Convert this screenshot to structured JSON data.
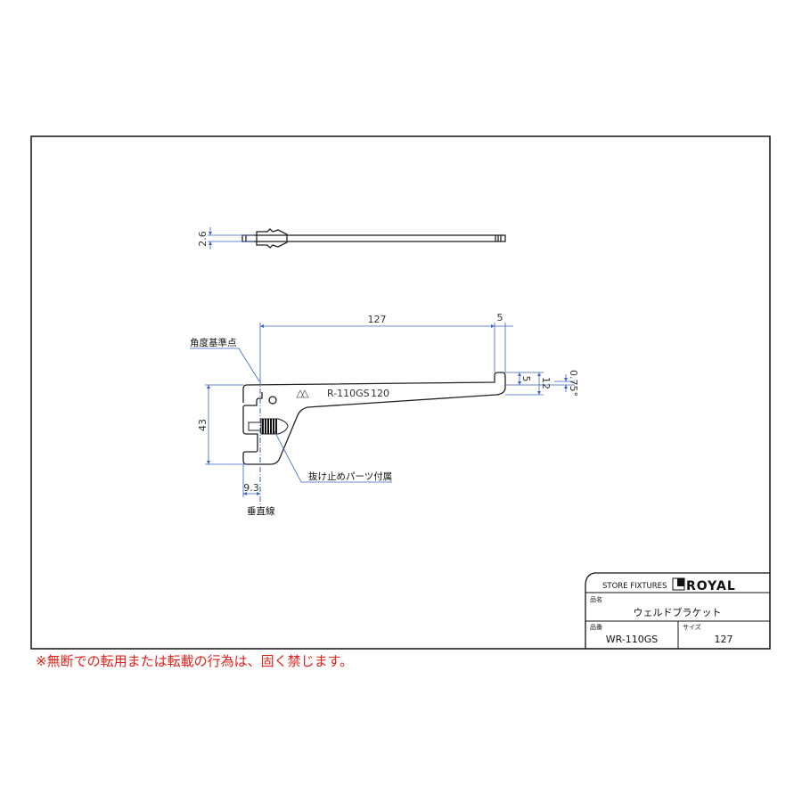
{
  "drawing": {
    "dimensions": {
      "thickness": "2.6",
      "length": "127",
      "hook_width": "5",
      "hook_height": "5",
      "tip_height": "12",
      "angle": "0.75°",
      "height": "43",
      "offset": "9.3"
    },
    "labels": {
      "angle_reference": "角度基準点",
      "vertical_line": "垂直線",
      "stopper_included": "抜け止めパーツ付属",
      "stamp_text": "R-110GS",
      "stamp_number": "120"
    }
  },
  "title_block": {
    "company_tagline": "STORE FIXTURES",
    "brand": "ROYAL",
    "product_name_label": "品名",
    "product_name": "ウェルドブラケット",
    "part_number_label": "品番",
    "part_number": "WR-110GS",
    "size_label": "サイズ",
    "size": "127"
  },
  "footer_note": "※無断での転用または転載の行為は、固く禁じます。",
  "colors": {
    "dimension": "#3a62c9",
    "note": "#e0201a"
  }
}
